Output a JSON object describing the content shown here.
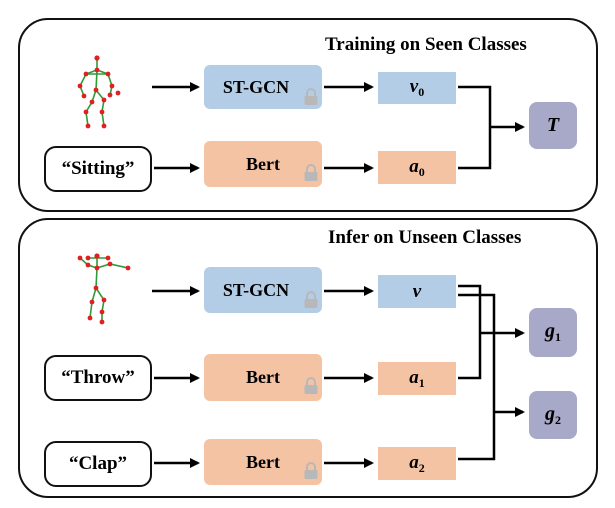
{
  "training": {
    "title": "Training on Seen Classes",
    "encoder_label": "ST-GCN",
    "text_label": "“Sitting”",
    "text_encoder_label": "Bert",
    "visual_vector": "v",
    "visual_sub": "0",
    "text_vector": "a",
    "text_sub": "0",
    "output_label": "T"
  },
  "infer": {
    "title": "Infer on Unseen Classes",
    "encoder_label": "ST-GCN",
    "visual_vector": "v",
    "rows": [
      {
        "text_label": "“Throw”",
        "encoder_label": "Bert",
        "vector": "a",
        "sub": "1"
      },
      {
        "text_label": "“Clap”",
        "encoder_label": "Bert",
        "vector": "a",
        "sub": "2"
      }
    ],
    "outputs": [
      {
        "label": "g",
        "sub": "1"
      },
      {
        "label": "g",
        "sub": "2"
      }
    ]
  },
  "colors": {
    "visual_box": "#b4cde6",
    "text_box": "#f4c3a3",
    "output_box": "#a8a8c8",
    "skeleton_joint": "#e02020",
    "skeleton_bone": "#2e9a3a",
    "lock": "#b8b8b8"
  },
  "icons": [
    "skeleton-icon",
    "lock-icon",
    "arrow-icon"
  ]
}
